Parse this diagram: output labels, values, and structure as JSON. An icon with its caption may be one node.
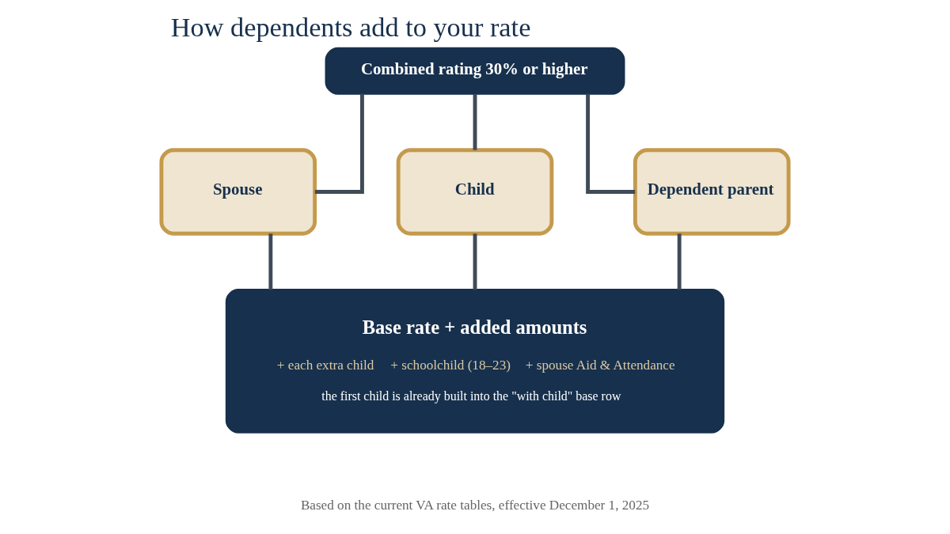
{
  "diagram": {
    "title": "How dependents add to your rate",
    "caption": "Based on the current VA rate tables, effective December 1, 2025",
    "nodes": [
      {
        "text": [
          "Combined rating 30% or higher"
        ]
      },
      {
        "text": [
          "Spouse"
        ]
      },
      {
        "text": [
          "Child"
        ]
      },
      {
        "text": [
          "Dependent parent"
        ]
      },
      {
        "text": [
          "Base rate + added amounts",
          "+ each extra child",
          "+ schoolchild (18–23)",
          "+ spouse Aid & Attendance",
          "the first child is already built into the \"with child\" base row"
        ]
      }
    ],
    "edges": [
      {
        "from": 0,
        "to": 1,
        "arrow": "none"
      },
      {
        "from": 0,
        "to": 2,
        "arrow": "none"
      },
      {
        "from": 0,
        "to": 3,
        "arrow": "none"
      },
      {
        "from": 1,
        "to": 4,
        "arrow": "none"
      },
      {
        "from": 2,
        "to": 4,
        "arrow": "none"
      },
      {
        "from": 3,
        "to": 4,
        "arrow": "none"
      }
    ]
  }
}
